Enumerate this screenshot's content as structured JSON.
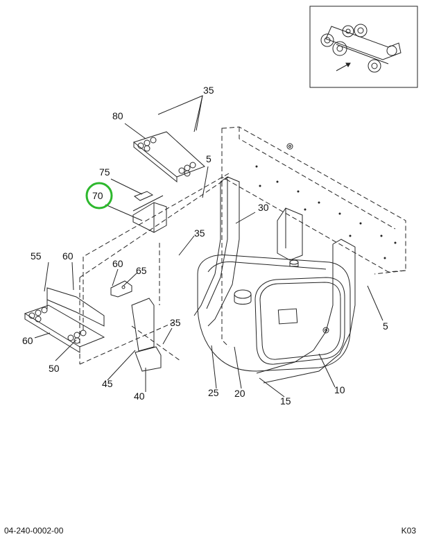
{
  "callouts": [
    {
      "id": "5",
      "name": "callout-5-top"
    },
    {
      "id": "5",
      "name": "callout-5-right"
    },
    {
      "id": "10",
      "name": "callout-10"
    },
    {
      "id": "15",
      "name": "callout-15"
    },
    {
      "id": "20",
      "name": "callout-20"
    },
    {
      "id": "25",
      "name": "callout-25"
    },
    {
      "id": "30",
      "name": "callout-30"
    },
    {
      "id": "35",
      "name": "callout-35-top"
    },
    {
      "id": "35",
      "name": "callout-35-mid"
    },
    {
      "id": "35",
      "name": "callout-35-low"
    },
    {
      "id": "40",
      "name": "callout-40"
    },
    {
      "id": "45",
      "name": "callout-45"
    },
    {
      "id": "50",
      "name": "callout-50"
    },
    {
      "id": "55",
      "name": "callout-55"
    },
    {
      "id": "60",
      "name": "callout-60-a"
    },
    {
      "id": "60",
      "name": "callout-60-b"
    },
    {
      "id": "60",
      "name": "callout-60-c"
    },
    {
      "id": "65",
      "name": "callout-65"
    },
    {
      "id": "70",
      "name": "callout-70"
    },
    {
      "id": "75",
      "name": "callout-75"
    },
    {
      "id": "80",
      "name": "callout-80"
    }
  ],
  "highlight": {
    "callout": "70",
    "color": "#2db82d"
  },
  "footer": {
    "doc_number": "04-240-0002-00",
    "sheet_code": "K03"
  }
}
